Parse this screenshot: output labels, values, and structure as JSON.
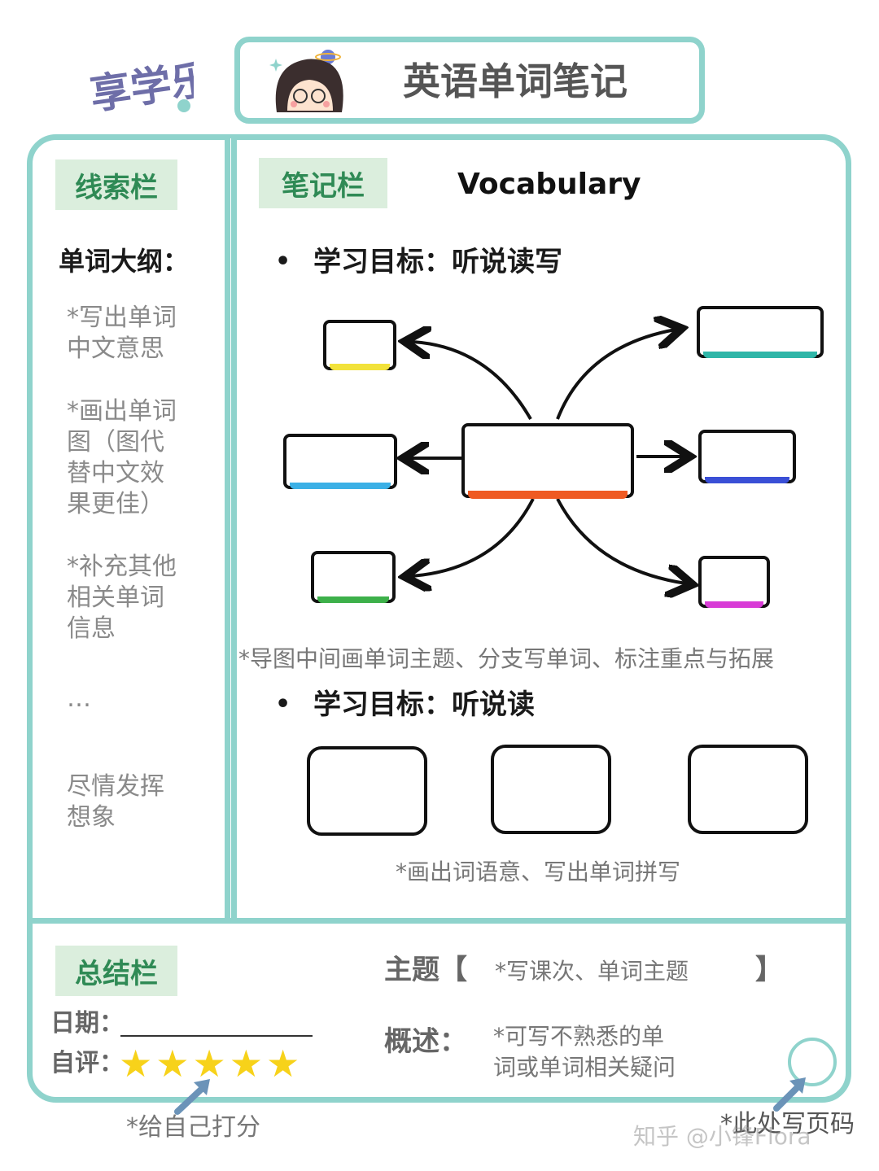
{
  "logo_text": "享学乐",
  "header": {
    "title": "英语单词笔记"
  },
  "clue_column": {
    "tag": "线索栏",
    "heading": "单词大纲：",
    "items": [
      [
        "*写出单词",
        "中文意思"
      ],
      [
        "*画出单词",
        "图（图代",
        "替中文效",
        "果更佳）"
      ],
      [
        "*补充其他",
        "相关单词",
        "信息"
      ],
      [
        "…"
      ],
      [
        "尽情发挥",
        "想象"
      ]
    ]
  },
  "notes_column": {
    "tag": "笔记栏",
    "title": "Vocabulary",
    "goal1": "学习目标：听说读写",
    "bullet": "•",
    "mindmap_note": "*导图中间画单词主题、分支写单词、标注重点与拓展",
    "goal2": "学习目标：听说读",
    "boxes_note": "*画出词语意、写出单词拼写",
    "branch_colors": [
      "#f2e23a",
      "#2fb6a8",
      "#3bb0e6",
      "#3a4fd6",
      "#3db04a",
      "#d83bd6"
    ],
    "center_color": "#ef5a22"
  },
  "summary": {
    "tag": "总结栏",
    "date_label": "日期：",
    "rating_label": "自评：",
    "stars": 5,
    "topic_label": "主题【",
    "topic_hint": "*写课次、单词主题",
    "topic_close": "】",
    "overview_label": "概述：",
    "overview_hint": [
      "*可写不熟悉的单",
      "词或单词相关疑问"
    ]
  },
  "footer": {
    "rate_note": "*给自己打分",
    "page_note": "*此处写页码",
    "watermark": "知乎 @小锋Flora"
  }
}
